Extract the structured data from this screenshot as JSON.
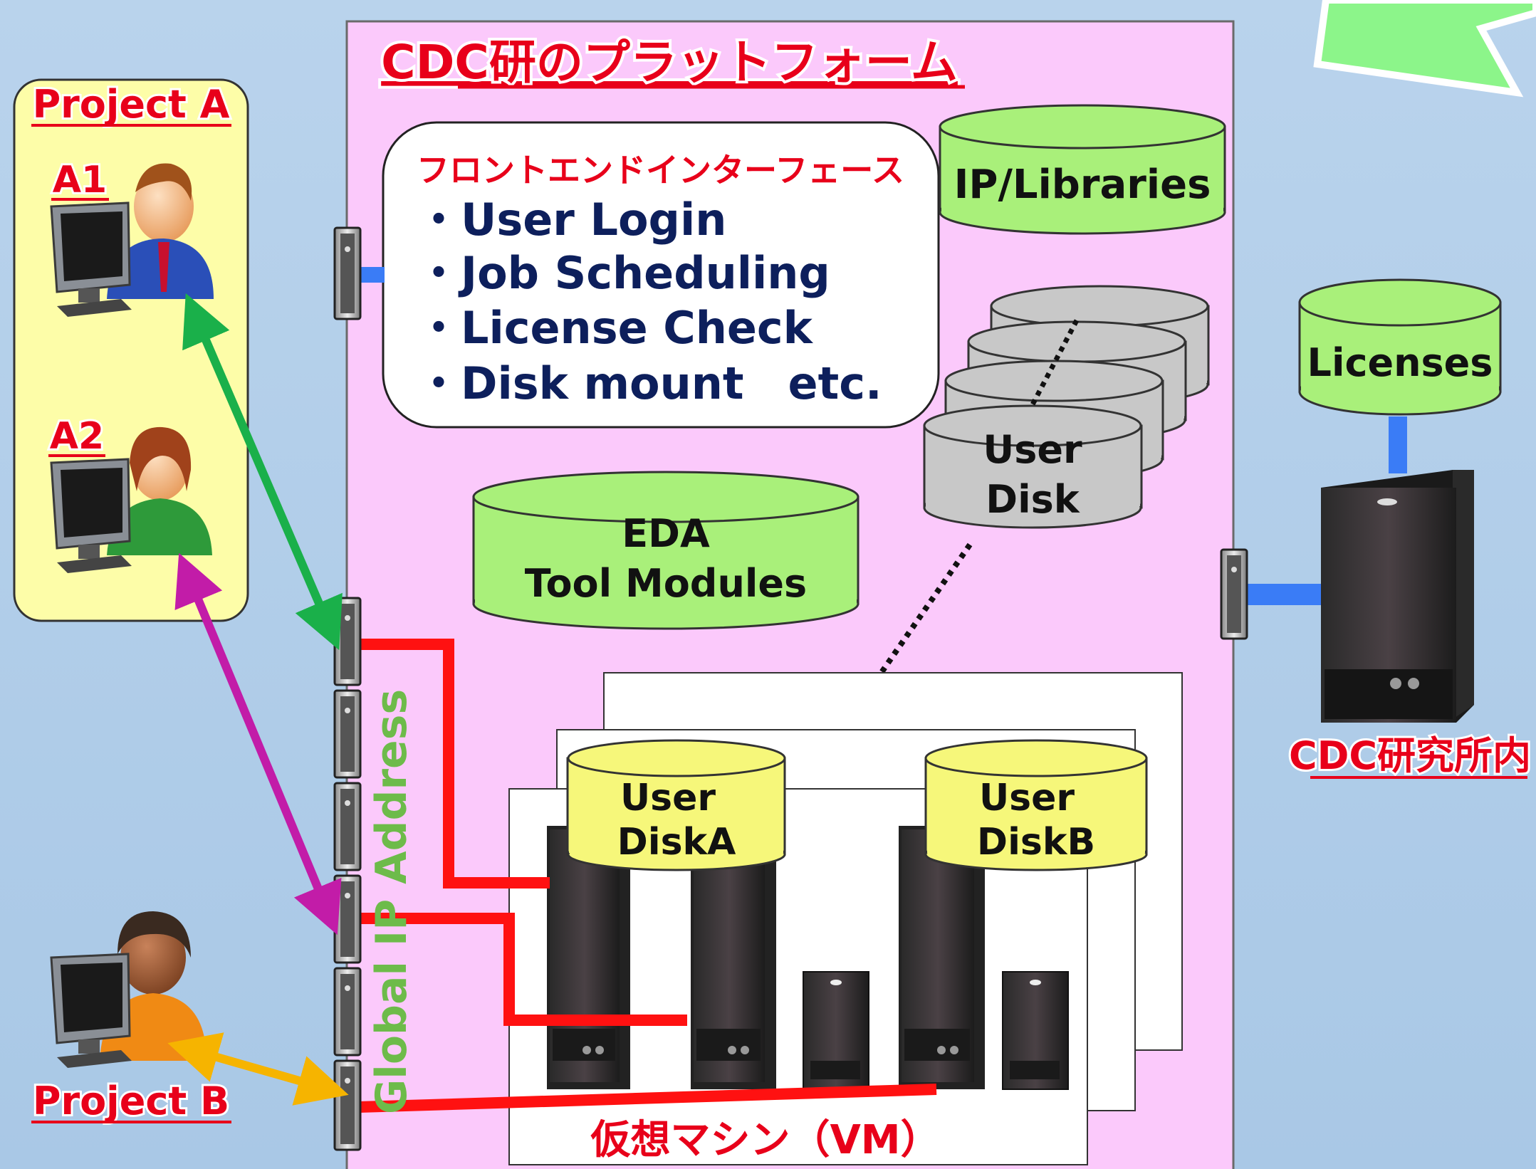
{
  "platform": {
    "title": "CDC研のプラットフォーム",
    "frontend_heading": "フロントエンドインターフェース",
    "frontend_items": [
      "・User Login",
      "・Job Scheduling",
      "・License Check",
      "・Disk mount　etc."
    ],
    "ip_libraries": "IP/Libraries",
    "user_disk": [
      "User",
      "Disk"
    ],
    "eda": [
      "EDA",
      "Tool Modules"
    ],
    "vm_label": "仮想マシン（VM）",
    "disk_a": [
      "User",
      "DiskA"
    ],
    "disk_b": [
      "User",
      "DiskB"
    ],
    "global_ip": "Global IP Address"
  },
  "project_a": {
    "title": "Project A",
    "user1": "A1",
    "user2": "A2"
  },
  "project_b": {
    "title": "Project B"
  },
  "cdc": {
    "licenses": "Licenses",
    "label": "CDC研究所内"
  },
  "colors": {
    "background": "#b3cfea",
    "platform_bg": "#fbc9fb",
    "project_box": "#fdfda8",
    "cylinder_green": "#a9f07a",
    "cylinder_yellow": "#f6f77a",
    "cylinder_gray": "#c8c8c8",
    "title_red": "#e8001a",
    "heading_red": "#e8001a",
    "navy_text": "#0d1f5c",
    "global_ip_green": "#6dbb4a",
    "arrow_green": "#1ab04a",
    "arrow_magenta": "#c21ca8",
    "arrow_orange": "#f6b400",
    "line_red": "#ff1111",
    "link_blue": "#3a7cf6"
  }
}
